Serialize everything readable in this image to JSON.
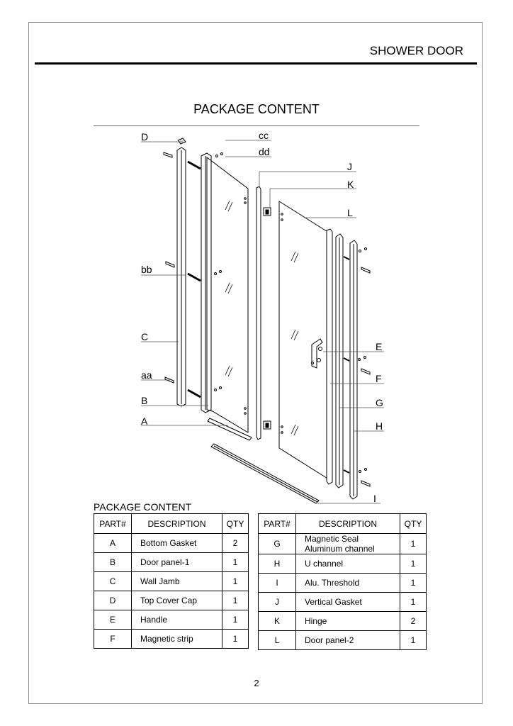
{
  "header": {
    "title": "SHOWER DOOR"
  },
  "section": {
    "heading": "PACKAGE CONTENT"
  },
  "diagram": {
    "labels": {
      "D": "D",
      "cc": "cc",
      "dd": "dd",
      "J": "J",
      "K": "K",
      "L": "L",
      "bb": "bb",
      "C": "C",
      "aa": "aa",
      "B": "B",
      "A": "A",
      "E": "E",
      "F": "F",
      "G": "G",
      "H": "H",
      "I": "I"
    }
  },
  "table": {
    "heading": "PACKAGE CONTENT",
    "columns": {
      "part": "PART#",
      "description": "DESCRIPTION",
      "qty": "QTY"
    },
    "left_rows": [
      {
        "part": "A",
        "description": "Bottom Gasket",
        "qty": "2"
      },
      {
        "part": "B",
        "description": "Door panel-1",
        "qty": "1"
      },
      {
        "part": "C",
        "description": "Wall Jamb",
        "qty": "1"
      },
      {
        "part": "D",
        "description": "Top Cover Cap",
        "qty": "1"
      },
      {
        "part": "E",
        "description": "Handle",
        "qty": "1"
      },
      {
        "part": "F",
        "description": "Magnetic strip",
        "qty": "1"
      }
    ],
    "right_rows": [
      {
        "part": "G",
        "description": "Magnetic Seal",
        "description_line2": "Aluminum channel",
        "qty": "1"
      },
      {
        "part": "H",
        "description": "U channel",
        "qty": "1"
      },
      {
        "part": "I",
        "description": "Alu. Threshold",
        "qty": "1"
      },
      {
        "part": "J",
        "description": "Vertical Gasket",
        "qty": "1"
      },
      {
        "part": "K",
        "description": "Hinge",
        "qty": "2"
      },
      {
        "part": "L",
        "description": "Door panel-2",
        "qty": "1"
      }
    ]
  },
  "footer": {
    "page_number": "2"
  }
}
